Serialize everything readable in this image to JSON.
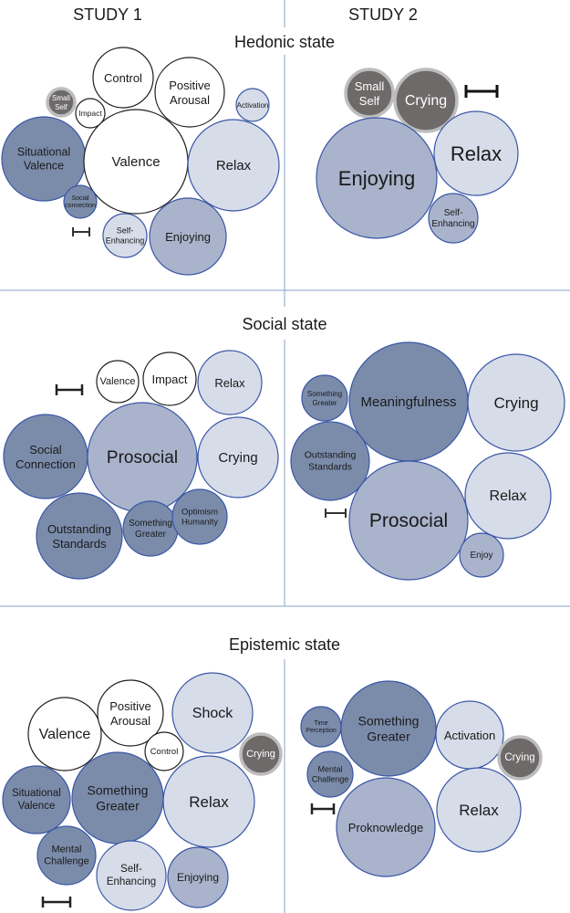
{
  "headers": {
    "study1": "STUDY 1",
    "study2": "STUDY 2"
  },
  "sections": {
    "hedonic": "Hedonic state",
    "social": "Social state",
    "epistemic": "Epistemic state"
  },
  "colors": {
    "white": "#ffffff",
    "light": "#d6dce8",
    "medium": "#a9b3cb",
    "dark": "#7b8cab",
    "gray": "#6d6a69",
    "outline": "#3a56a6",
    "divider": "#8aa2c8"
  },
  "bubbles": [
    {
      "id": "h1-control",
      "label": "Control",
      "style": "white"
    },
    {
      "id": "h1-positive-arousal",
      "label": "Positive\nArousal",
      "style": "white"
    },
    {
      "id": "h1-activation",
      "label": "Activation",
      "style": "light"
    },
    {
      "id": "h1-small-self",
      "label": "Small\nSelf",
      "style": "gray"
    },
    {
      "id": "h1-impact",
      "label": "Impact",
      "style": "white"
    },
    {
      "id": "h1-situational-valence",
      "label": "Situational\nValence",
      "style": "dark"
    },
    {
      "id": "h1-valence",
      "label": "Valence",
      "style": "white"
    },
    {
      "id": "h1-relax",
      "label": "Relax",
      "style": "light"
    },
    {
      "id": "h1-social-connection",
      "label": "Social\nconnection",
      "style": "dark"
    },
    {
      "id": "h1-self-enhancing",
      "label": "Self-\nEnhancing",
      "style": "light"
    },
    {
      "id": "h1-enjoying",
      "label": "Enjoying",
      "style": "medium"
    },
    {
      "id": "h2-small-self",
      "label": "Small\nSelf",
      "style": "gray"
    },
    {
      "id": "h2-crying",
      "label": "Crying",
      "style": "gray"
    },
    {
      "id": "h2-enjoying",
      "label": "Enjoying",
      "style": "medium"
    },
    {
      "id": "h2-relax",
      "label": "Relax",
      "style": "light"
    },
    {
      "id": "h2-self-enhancing",
      "label": "Self-\nEnhancing",
      "style": "medium"
    },
    {
      "id": "s1-valence",
      "label": "Valence",
      "style": "white"
    },
    {
      "id": "s1-impact",
      "label": "Impact",
      "style": "white"
    },
    {
      "id": "s1-relax",
      "label": "Relax",
      "style": "light"
    },
    {
      "id": "s1-social-connection",
      "label": "Social\nConnection",
      "style": "dark"
    },
    {
      "id": "s1-prosocial",
      "label": "Prosocial",
      "style": "medium"
    },
    {
      "id": "s1-crying",
      "label": "Crying",
      "style": "light"
    },
    {
      "id": "s1-outstanding-standards",
      "label": "Outstanding\nStandards",
      "style": "dark"
    },
    {
      "id": "s1-something-greater",
      "label": "Something\nGreater",
      "style": "dark"
    },
    {
      "id": "s1-optimism-humanity",
      "label": "Optimism\nHumanity",
      "style": "dark"
    },
    {
      "id": "s2-something-greater",
      "label": "Something\nGreater",
      "style": "dark"
    },
    {
      "id": "s2-meaningfulness",
      "label": "Meaningfulness",
      "style": "dark"
    },
    {
      "id": "s2-crying",
      "label": "Crying",
      "style": "light"
    },
    {
      "id": "s2-outstanding-standards",
      "label": "Outstanding\nStandards",
      "style": "dark"
    },
    {
      "id": "s2-prosocial",
      "label": "Prosocial",
      "style": "medium"
    },
    {
      "id": "s2-relax",
      "label": "Relax",
      "style": "light"
    },
    {
      "id": "s2-enjoy",
      "label": "Enjoy",
      "style": "medium"
    },
    {
      "id": "e1-valence",
      "label": "Valence",
      "style": "white"
    },
    {
      "id": "e1-positive-arousal",
      "label": "Positive\nArousal",
      "style": "white"
    },
    {
      "id": "e1-shock",
      "label": "Shock",
      "style": "light"
    },
    {
      "id": "e1-control",
      "label": "Control",
      "style": "white"
    },
    {
      "id": "e1-crying",
      "label": "Crying",
      "style": "gray"
    },
    {
      "id": "e1-situational-valence",
      "label": "Situational\nValence",
      "style": "dark"
    },
    {
      "id": "e1-something-greater",
      "label": "Something\nGreater",
      "style": "dark"
    },
    {
      "id": "e1-relax",
      "label": "Relax",
      "style": "light"
    },
    {
      "id": "e1-mental-challenge",
      "label": "Mental\nChallenge",
      "style": "dark"
    },
    {
      "id": "e1-self-enhancing",
      "label": "Self-\nEnhancing",
      "style": "light"
    },
    {
      "id": "e1-enjoying",
      "label": "Enjoying",
      "style": "medium"
    },
    {
      "id": "e2-time-perception",
      "label": "Time\nPerception",
      "style": "dark"
    },
    {
      "id": "e2-something-greater",
      "label": "Something\nGreater",
      "style": "dark"
    },
    {
      "id": "e2-activation",
      "label": "Activation",
      "style": "light"
    },
    {
      "id": "e2-crying",
      "label": "Crying",
      "style": "gray"
    },
    {
      "id": "e2-mental-challenge",
      "label": "Mental\nChallenge",
      "style": "dark"
    },
    {
      "id": "e2-relax",
      "label": "Relax",
      "style": "light"
    },
    {
      "id": "e2-proknowledge",
      "label": "Proknowledge",
      "style": "medium"
    }
  ]
}
